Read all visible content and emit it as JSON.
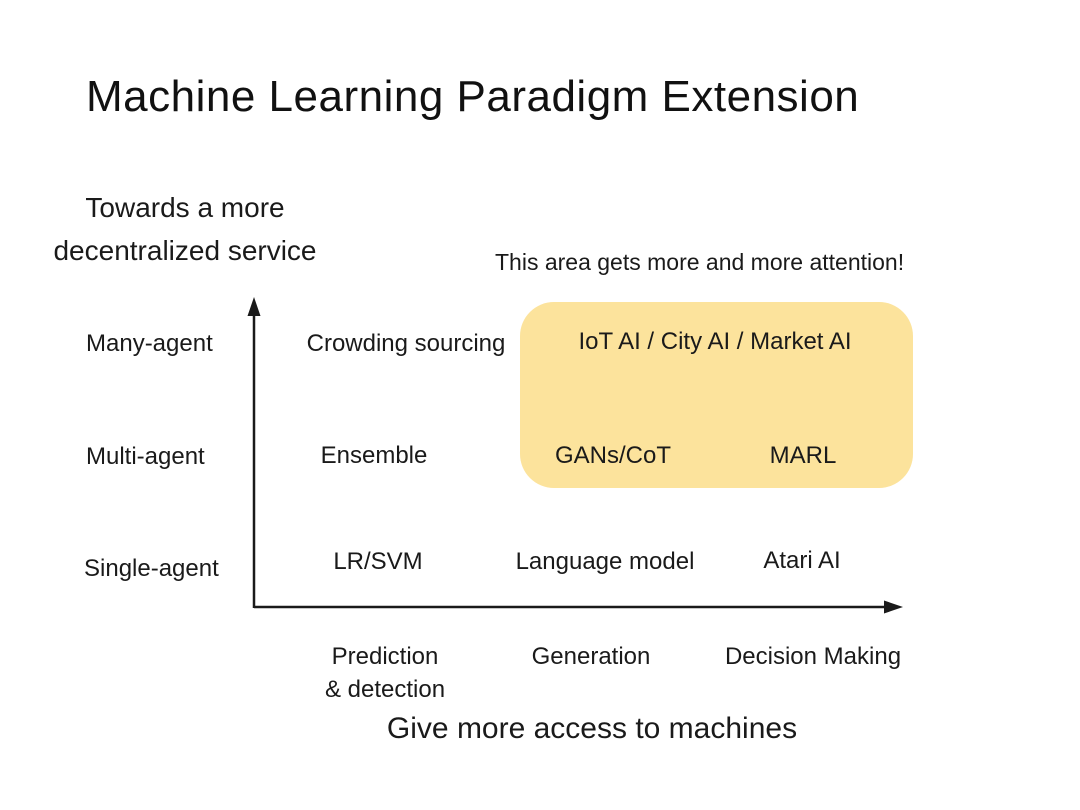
{
  "slide": {
    "title": "Machine Learning Paradigm Extension",
    "vertical_axis_label_line1": "Towards a more",
    "vertical_axis_label_line2": "decentralized service",
    "horizontal_axis_label": "Give more access to machines",
    "annotation": "This area gets more and more attention!"
  },
  "colors": {
    "highlight_fill": "#FCE39C",
    "text": "#1f1f1f",
    "axis": "#1a1a1a",
    "background": "#ffffff"
  },
  "matrix": {
    "row_labels": [
      "Many-agent",
      "Multi-agent",
      "Single-agent"
    ],
    "column_labels": [
      {
        "line1": "Prediction",
        "line2": "& detection"
      },
      {
        "line1": "Generation",
        "line2": ""
      },
      {
        "line1": "Decision Making",
        "line2": ""
      }
    ],
    "cells": [
      {
        "row": "Many-agent",
        "column": "Prediction & detection",
        "label": "Crowding sourcing",
        "highlighted": false
      },
      {
        "row": "Many-agent",
        "column": "Generation / Decision Making",
        "label": "IoT AI / City AI / Market AI",
        "highlighted": true
      },
      {
        "row": "Multi-agent",
        "column": "Prediction & detection",
        "label": "Ensemble",
        "highlighted": false
      },
      {
        "row": "Multi-agent",
        "column": "Generation",
        "label": "GANs/CoT",
        "highlighted": true
      },
      {
        "row": "Multi-agent",
        "column": "Decision Making",
        "label": "MARL",
        "highlighted": true
      },
      {
        "row": "Single-agent",
        "column": "Prediction & detection",
        "label": "LR/SVM",
        "highlighted": false
      },
      {
        "row": "Single-agent",
        "column": "Generation",
        "label": "Language model",
        "highlighted": false
      },
      {
        "row": "Single-agent",
        "column": "Decision Making",
        "label": "Atari AI",
        "highlighted": false
      }
    ]
  }
}
